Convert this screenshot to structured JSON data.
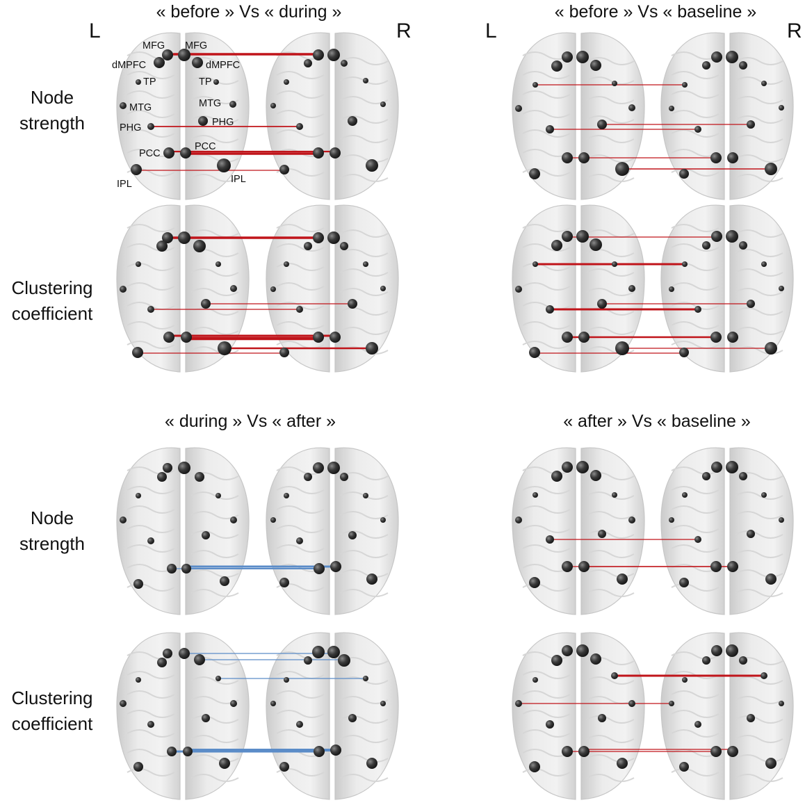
{
  "titles": [
    "« before » Vs « during »",
    "« before » Vs « baseline »",
    "« during » Vs « after »",
    "« after » Vs « baseline »"
  ],
  "side_labels": {
    "left": "L",
    "right": "R"
  },
  "row_labels": {
    "node_strength": [
      "Node",
      "strength"
    ],
    "clustering": [
      "Clustering",
      "coefficient"
    ]
  },
  "edge_colors": {
    "increase": "#c0141a",
    "decrease": "#5b8cc8"
  },
  "node_color": "#2c2c2c",
  "region_labels": [
    "MFG",
    "MFG",
    "dMPFC",
    "dMPFC",
    "TP",
    "TP",
    "MTG",
    "MTG",
    "PHG",
    "PHG",
    "PCC",
    "PCC",
    "IPL",
    "IPL"
  ]
}
